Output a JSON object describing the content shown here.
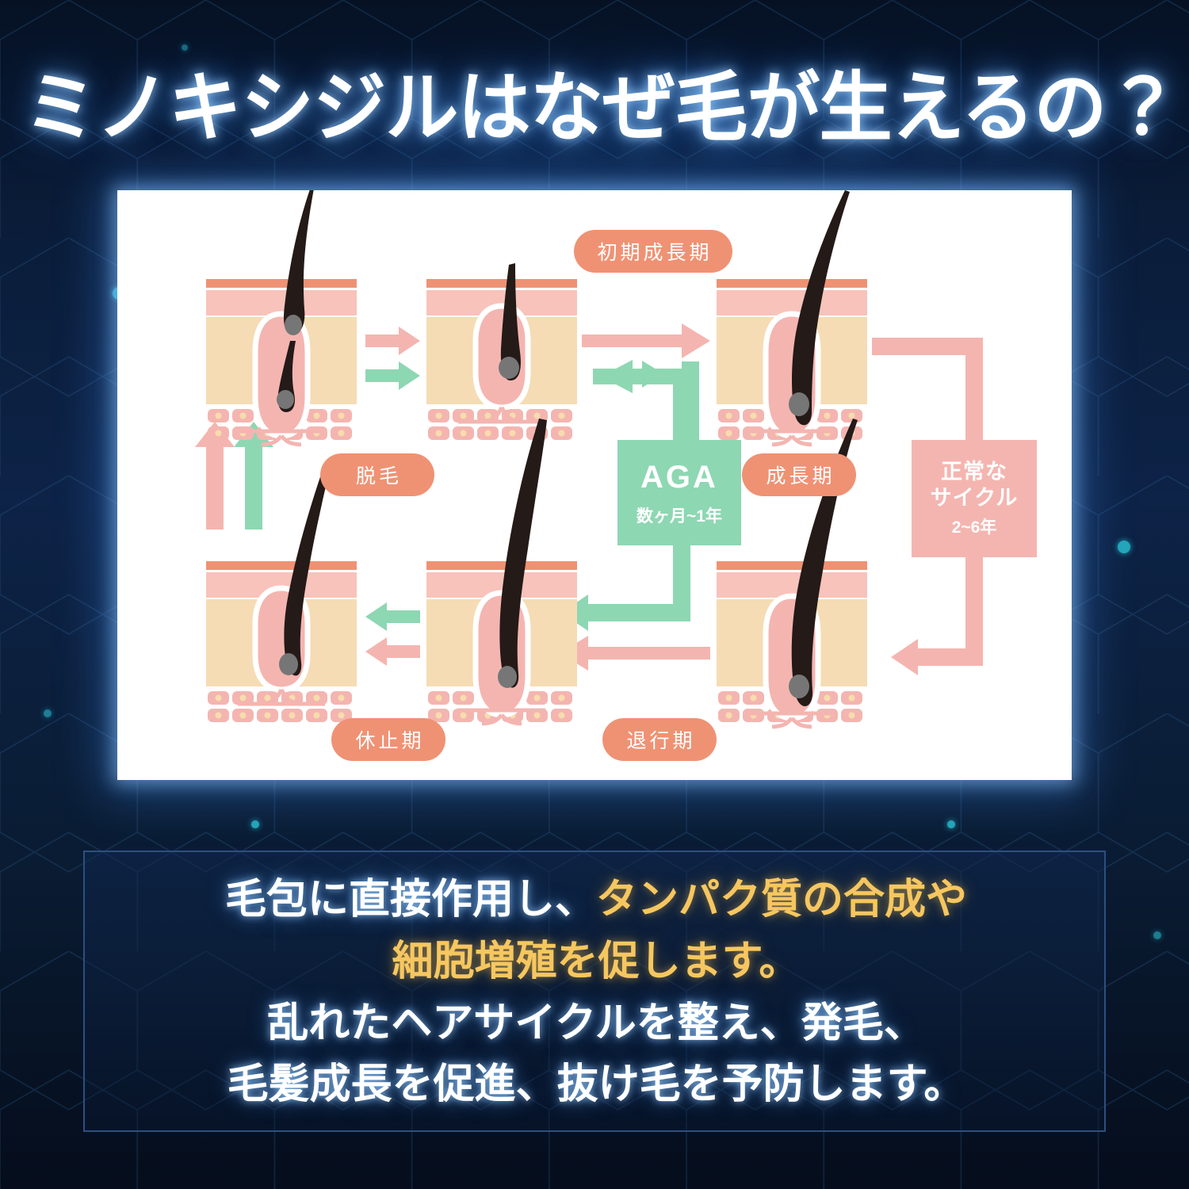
{
  "page": {
    "title": "ミノキシジルはなぜ毛が生えるの？",
    "bg_color": "#0a1c38",
    "accent_pink": "#ef9274",
    "accent_green": "#8ed7b3",
    "accent_yellow": "#f6c760"
  },
  "diagram": {
    "panel_bg": "#ffffff",
    "stages": [
      {
        "id": "initial-growth",
        "label": "初期成長期",
        "label_color": "#ef9274",
        "position": "top-center"
      },
      {
        "id": "anagen",
        "label": "成長期",
        "label_color": "#ef9274",
        "position": "mid-right"
      },
      {
        "id": "catagen",
        "label": "退行期",
        "label_color": "#ef9274",
        "position": "bottom-center"
      },
      {
        "id": "telogen",
        "label": "休止期",
        "label_color": "#ef9274",
        "position": "bottom-left"
      },
      {
        "id": "shedding",
        "label": "脱毛",
        "label_color": "#ef9274",
        "position": "mid-left"
      }
    ],
    "cycles": [
      {
        "id": "aga",
        "title": "AGA",
        "duration": "数ヶ月~1年",
        "color": "#8ed7b3"
      },
      {
        "id": "normal-cycle",
        "title_line1": "正常な",
        "title_line2": "サイクル",
        "duration": "2~6年",
        "color": "#f4b5b0"
      }
    ],
    "skin_colors": {
      "epidermis_top": "#ef9274",
      "dermis": "#f7c3bb",
      "subcutis": "#f5dcb4",
      "follicle_sheath": "#f4b5b0",
      "hair": "#241a18",
      "papilla": "#767676",
      "fat_cell": "#f4b5b0",
      "fat_cell_core": "#f7dcae"
    },
    "arrow_colors": {
      "pink": "#f4b5b0",
      "green": "#8ed7b3"
    }
  },
  "description": {
    "line1_white": "毛包に直接作用し、",
    "line1_highlight": "タンパク質の合成や",
    "line2_highlight": "細胞増殖を促します。",
    "line3": "乱れたヘアサイクルを整え、発毛、",
    "line4": "毛髪成長を促進、抜け毛を予防します。"
  }
}
